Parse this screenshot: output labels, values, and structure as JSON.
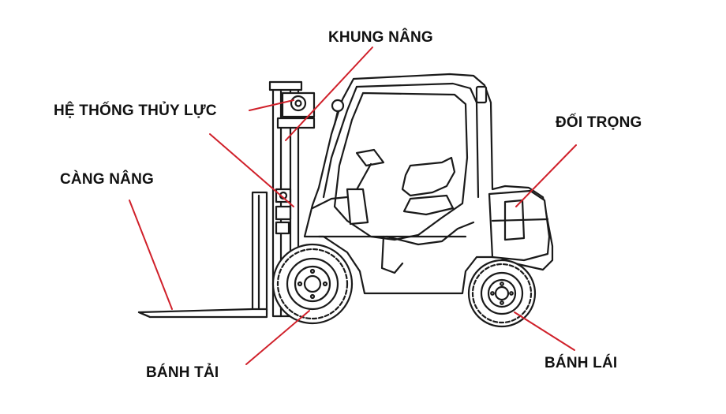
{
  "labels": {
    "lifting_frame": "KHUNG NÂNG",
    "hydraulic_system": "HỆ THỐNG THỦY LỰC",
    "counterweight": "ĐỐI TRỌNG",
    "forks": "CÀNG NÂNG",
    "load_wheel": "BÁNH TẢI",
    "steering_wheel": "BÁNH LÁI"
  },
  "colors": {
    "leader_line": "#d0202a",
    "outline": "#1a1a1a",
    "background": "#ffffff"
  }
}
